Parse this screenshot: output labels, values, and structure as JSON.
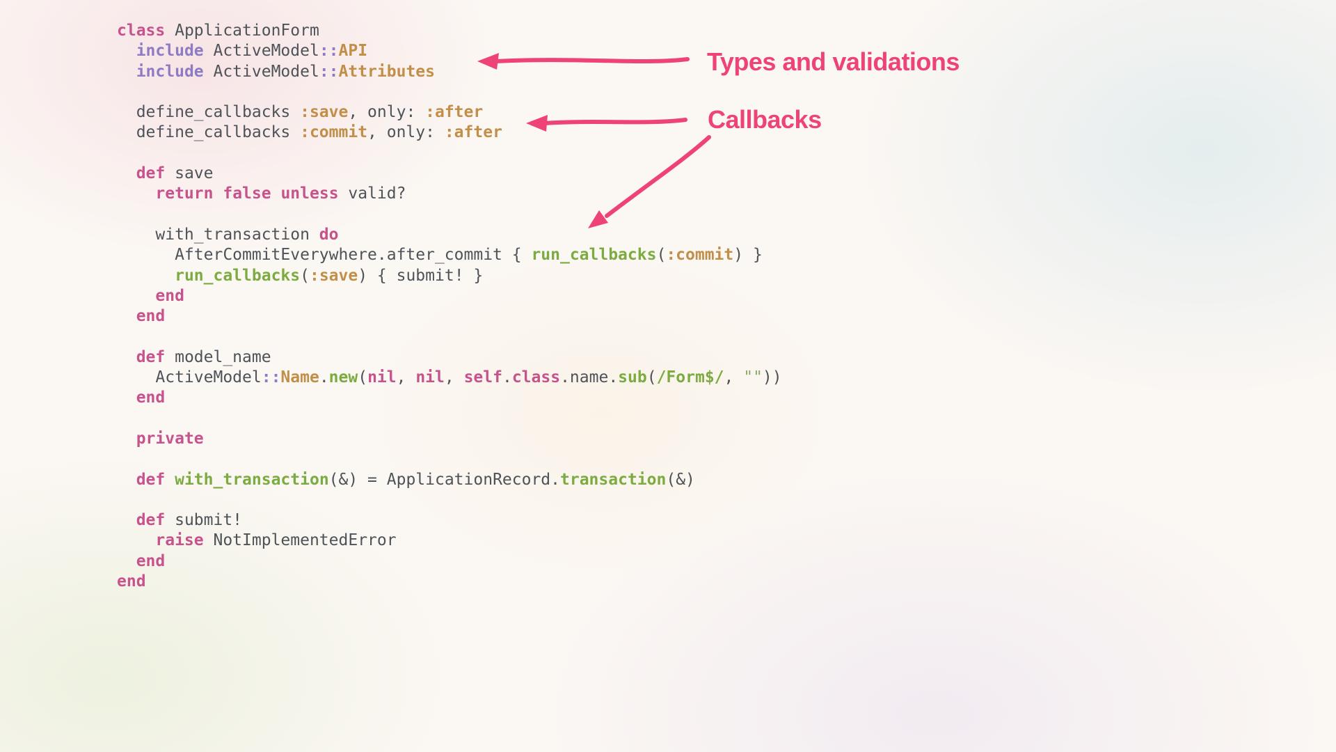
{
  "slide": {
    "annotations": [
      {
        "label": "Types and validations"
      },
      {
        "label": "Callbacks"
      }
    ]
  },
  "colors": {
    "plain": "#4d5358",
    "keyword": "#c6538c",
    "module": "#8d7cc4",
    "symbol": "#c18f4a",
    "method": "#7cab41",
    "string": "#8fa86b",
    "annotation": "#ee4377",
    "arrow": "#ee4377",
    "background": "#fbf7f3"
  },
  "code": {
    "lines": [
      [
        [
          "class",
          "k"
        ],
        [
          " ApplicationForm",
          "p"
        ]
      ],
      [
        [
          "  ",
          "p"
        ],
        [
          "include",
          "v"
        ],
        [
          " ActiveModel",
          "p"
        ],
        [
          "::",
          "v"
        ],
        [
          "API",
          "o"
        ]
      ],
      [
        [
          "  ",
          "p"
        ],
        [
          "include",
          "v"
        ],
        [
          " ActiveModel",
          "p"
        ],
        [
          "::",
          "v"
        ],
        [
          "Attributes",
          "o"
        ]
      ],
      [],
      [
        [
          "  define_callbacks ",
          "p"
        ],
        [
          ":save",
          "o"
        ],
        [
          ", only: ",
          "p"
        ],
        [
          ":after",
          "o"
        ]
      ],
      [
        [
          "  define_callbacks ",
          "p"
        ],
        [
          ":commit",
          "o"
        ],
        [
          ", only: ",
          "p"
        ],
        [
          ":after",
          "o"
        ]
      ],
      [],
      [
        [
          "  ",
          "p"
        ],
        [
          "def",
          "k"
        ],
        [
          " save",
          "p"
        ]
      ],
      [
        [
          "    ",
          "p"
        ],
        [
          "return",
          "k"
        ],
        [
          " ",
          "p"
        ],
        [
          "false",
          "k"
        ],
        [
          " ",
          "p"
        ],
        [
          "unless",
          "k"
        ],
        [
          " valid?",
          "p"
        ]
      ],
      [],
      [
        [
          "    with_transaction ",
          "p"
        ],
        [
          "do",
          "k"
        ]
      ],
      [
        [
          "      AfterCommitEverywhere.after_commit { ",
          "p"
        ],
        [
          "run_callbacks",
          "g"
        ],
        [
          "(",
          "p"
        ],
        [
          ":commit",
          "o"
        ],
        [
          ") }",
          "p"
        ]
      ],
      [
        [
          "      ",
          "p"
        ],
        [
          "run_callbacks",
          "g"
        ],
        [
          "(",
          "p"
        ],
        [
          ":save",
          "o"
        ],
        [
          ") { submit! }",
          "p"
        ]
      ],
      [
        [
          "    ",
          "p"
        ],
        [
          "end",
          "k"
        ]
      ],
      [
        [
          "  ",
          "p"
        ],
        [
          "end",
          "k"
        ]
      ],
      [],
      [
        [
          "  ",
          "p"
        ],
        [
          "def",
          "k"
        ],
        [
          " model_name",
          "p"
        ]
      ],
      [
        [
          "    ActiveModel",
          "p"
        ],
        [
          "::",
          "v"
        ],
        [
          "Name",
          "o"
        ],
        [
          ".",
          "p"
        ],
        [
          "new",
          "g"
        ],
        [
          "(",
          "p"
        ],
        [
          "nil",
          "k"
        ],
        [
          ", ",
          "p"
        ],
        [
          "nil",
          "k"
        ],
        [
          ", ",
          "p"
        ],
        [
          "self",
          "k"
        ],
        [
          ".",
          "p"
        ],
        [
          "class",
          "k"
        ],
        [
          ".name.",
          "p"
        ],
        [
          "sub",
          "g"
        ],
        [
          "(",
          "p"
        ],
        [
          "/Form$/",
          "g"
        ],
        [
          ", ",
          "p"
        ],
        [
          "\"\"",
          "s"
        ],
        [
          "))",
          "p"
        ]
      ],
      [
        [
          "  ",
          "p"
        ],
        [
          "end",
          "k"
        ]
      ],
      [],
      [
        [
          "  ",
          "p"
        ],
        [
          "private",
          "k"
        ]
      ],
      [],
      [
        [
          "  ",
          "p"
        ],
        [
          "def",
          "k"
        ],
        [
          " ",
          "p"
        ],
        [
          "with_transaction",
          "g"
        ],
        [
          "(&) = ApplicationRecord.",
          "p"
        ],
        [
          "transaction",
          "g"
        ],
        [
          "(&)",
          "p"
        ]
      ],
      [],
      [
        [
          "  ",
          "p"
        ],
        [
          "def",
          "k"
        ],
        [
          " submit!",
          "p"
        ]
      ],
      [
        [
          "    ",
          "p"
        ],
        [
          "raise",
          "k"
        ],
        [
          " NotImplementedError",
          "p"
        ]
      ],
      [
        [
          "  ",
          "p"
        ],
        [
          "end",
          "k"
        ]
      ],
      [
        [
          "end",
          "k"
        ]
      ]
    ]
  }
}
